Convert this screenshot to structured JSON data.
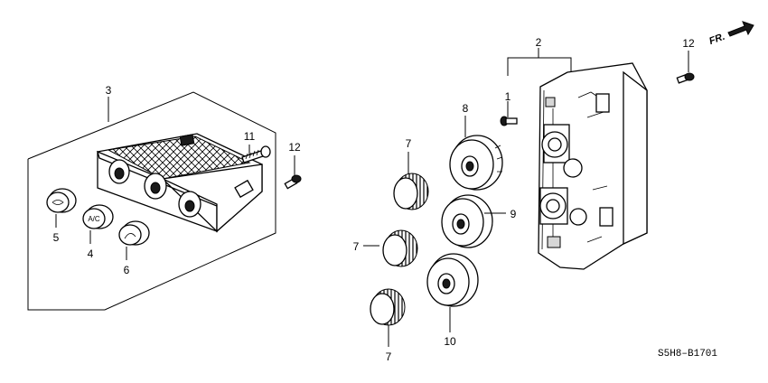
{
  "direction_label": "FR.",
  "diagram_code": "S5H8–B1701",
  "callouts": [
    {
      "id": "c1",
      "text": "1"
    },
    {
      "id": "c2",
      "text": "2"
    },
    {
      "id": "c3",
      "text": "3"
    },
    {
      "id": "c4",
      "text": "4"
    },
    {
      "id": "c5",
      "text": "5"
    },
    {
      "id": "c6",
      "text": "6"
    },
    {
      "id": "c7a",
      "text": "7"
    },
    {
      "id": "c7b",
      "text": "7"
    },
    {
      "id": "c7c",
      "text": "7"
    },
    {
      "id": "c8",
      "text": "8"
    },
    {
      "id": "c9",
      "text": "9"
    },
    {
      "id": "c10",
      "text": "10"
    },
    {
      "id": "c11",
      "text": "11"
    },
    {
      "id": "c12a",
      "text": "12"
    },
    {
      "id": "c12b",
      "text": "12"
    }
  ],
  "button_labels": {
    "ac": "A/C"
  }
}
